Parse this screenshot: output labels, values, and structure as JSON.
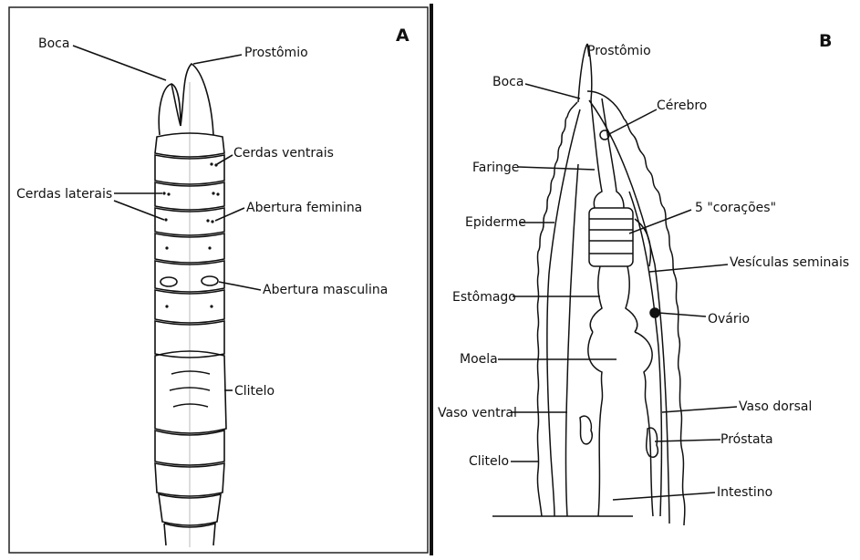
{
  "panels": {
    "a": {
      "letter": "A",
      "labels": {
        "boca": "Boca",
        "prostomio": "Prostômio",
        "cerdas_ventrais": "Cerdas ventrais",
        "cerdas_laterais": "Cerdas laterais",
        "abertura_feminina": "Abertura feminina",
        "abertura_masculina": "Abertura masculina",
        "clitelo": "Clitelo"
      }
    },
    "b": {
      "letter": "B",
      "labels": {
        "prostomio": "Prostômio",
        "boca": "Boca",
        "cerebro": "Cérebro",
        "faringe": "Faringe",
        "epiderme": "Epiderme",
        "coracoes": "5 \"corações\"",
        "vesiculas_seminais": "Vesículas seminais",
        "estomago": "Estômago",
        "ovario": "Ovário",
        "moela": "Moela",
        "vaso_ventral": "Vaso ventral",
        "vaso_dorsal": "Vaso dorsal",
        "prostata": "Próstata",
        "clitelo": "Clitelo",
        "intestino": "Intestino"
      }
    }
  }
}
